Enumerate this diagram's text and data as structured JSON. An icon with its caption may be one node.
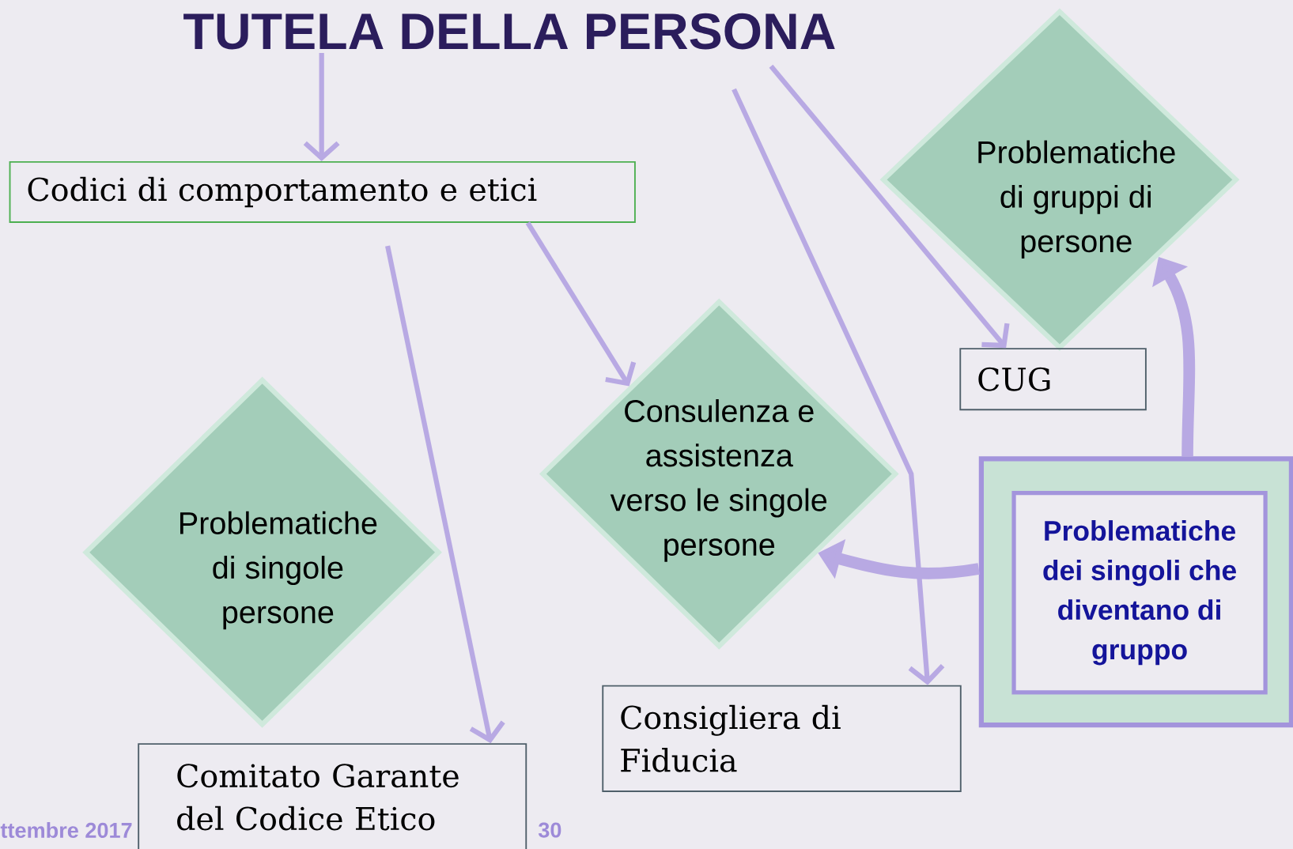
{
  "diagram": {
    "nodes": [
      {
        "text": [
          "TUTELA DELLA PERSONA"
        ]
      },
      {
        "text": [
          "Problematiche di gruppi di persone"
        ]
      },
      {
        "text": [
          "Codici di comportamento e etici"
        ]
      },
      {
        "text": [
          "CUG"
        ]
      },
      {
        "text": [
          "Consulenza e assistenza verso le singole persone"
        ]
      },
      {
        "text": [
          "Problematiche di singole persone"
        ]
      },
      {
        "text": [],
        "shape": "box"
      },
      {
        "text": [
          "Problematiche dei singoli che diventano di gruppo"
        ],
        "in": 6
      },
      {
        "text": [
          "Consigliera di Fiducia"
        ]
      },
      {
        "text": [
          "Comitato Garante del Codice Etico"
        ]
      }
    ],
    "edges": [
      {
        "from": 0,
        "to": 2,
        "arrow": "to"
      },
      {
        "from": 0,
        "to": 8,
        "arrow": "to"
      },
      {
        "from": 0,
        "to": 3,
        "arrow": "to"
      },
      {
        "from": 2,
        "to": 4,
        "arrow": "to"
      },
      {
        "from": 2,
        "to": 9,
        "arrow": "to"
      },
      {
        "from": 6,
        "to": 1,
        "arrow": "to",
        "style": "thick"
      },
      {
        "from": 6,
        "to": 4,
        "arrow": "to",
        "style": "thick"
      }
    ],
    "labels": [
      "ttembre 2017",
      "30"
    ]
  }
}
